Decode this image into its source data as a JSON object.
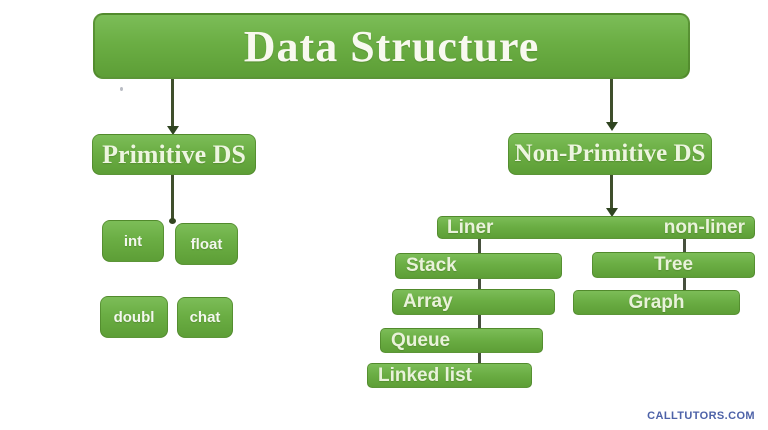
{
  "diagram": {
    "title": "Data Structure",
    "primitive": {
      "label": "Primitive DS",
      "children": [
        {
          "label": "int"
        },
        {
          "label": "float"
        },
        {
          "label": "doubl"
        },
        {
          "label": "chat"
        }
      ]
    },
    "non_primitive": {
      "label": "Non-Primitive DS",
      "linear": {
        "label": "Liner",
        "children": [
          {
            "label": "Stack"
          },
          {
            "label": "Array"
          },
          {
            "label": "Queue"
          },
          {
            "label": "Linked list"
          }
        ]
      },
      "non_linear": {
        "label": "non-liner",
        "children": [
          {
            "label": "Tree"
          },
          {
            "label": "Graph"
          }
        ]
      }
    }
  },
  "watermark": {
    "text": "CALLTUTORS.COM"
  },
  "colors": {
    "node_green_top": "#7cbd58",
    "node_green_bottom": "#5d9e36",
    "node_border": "#4c8028",
    "connector": "#3f4f2c",
    "banner_text": "#f8f9ef",
    "node_text": "#edf5df",
    "watermark_blue": "#4d62a8",
    "background": "#ffffff"
  }
}
